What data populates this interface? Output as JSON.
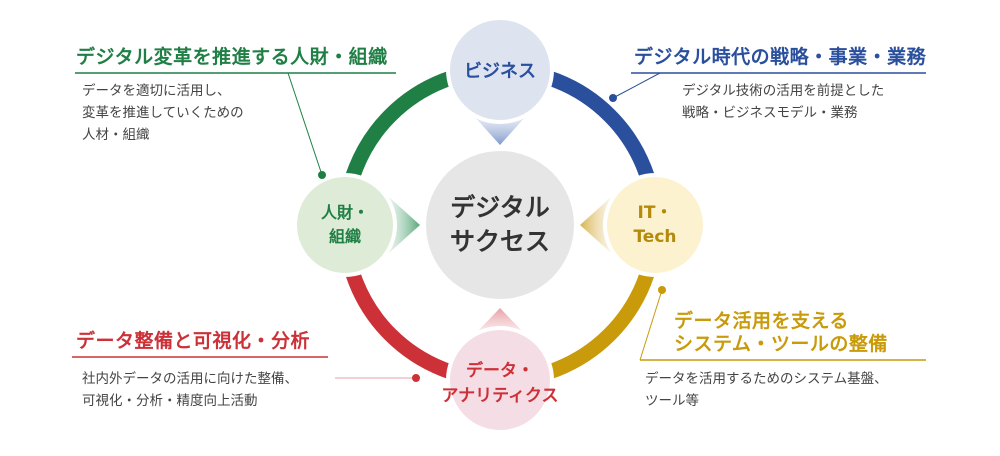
{
  "center": {
    "line1": "デジタル",
    "line2": "サクセス"
  },
  "nodes": {
    "business": {
      "label": "ビジネス"
    },
    "hr": {
      "line1": "人財・",
      "line2": "組織"
    },
    "it": {
      "line1": "IT・",
      "line2": "Tech"
    },
    "data": {
      "line1": "データ・",
      "line2": "アナリティクス"
    }
  },
  "annotations": {
    "hr": {
      "title": "デジタル変革を推進する人財・組織",
      "lines": [
        "データを適切に活用し、",
        "変革を推進していくための",
        "人材・組織"
      ]
    },
    "business": {
      "title": "デジタル時代の戦略・事業・業務",
      "lines": [
        "デジタル技術の活用を前提とした",
        "戦略・ビジネスモデル・業務"
      ]
    },
    "data": {
      "title": "データ整備と可視化・分析",
      "lines": [
        "社内外データの活用に向けた整備、",
        "可視化・分析・精度向上活動"
      ]
    },
    "it": {
      "title_lines": [
        "データ活用を支える",
        "システム・ツールの整備"
      ],
      "lines": [
        "データを活用するためのシステム基盤、",
        "ツール等"
      ]
    }
  },
  "colors": {
    "green": "#1f7f45",
    "blue": "#2a4f9c",
    "gold": "#c99a0a",
    "red": "#cc3138"
  }
}
